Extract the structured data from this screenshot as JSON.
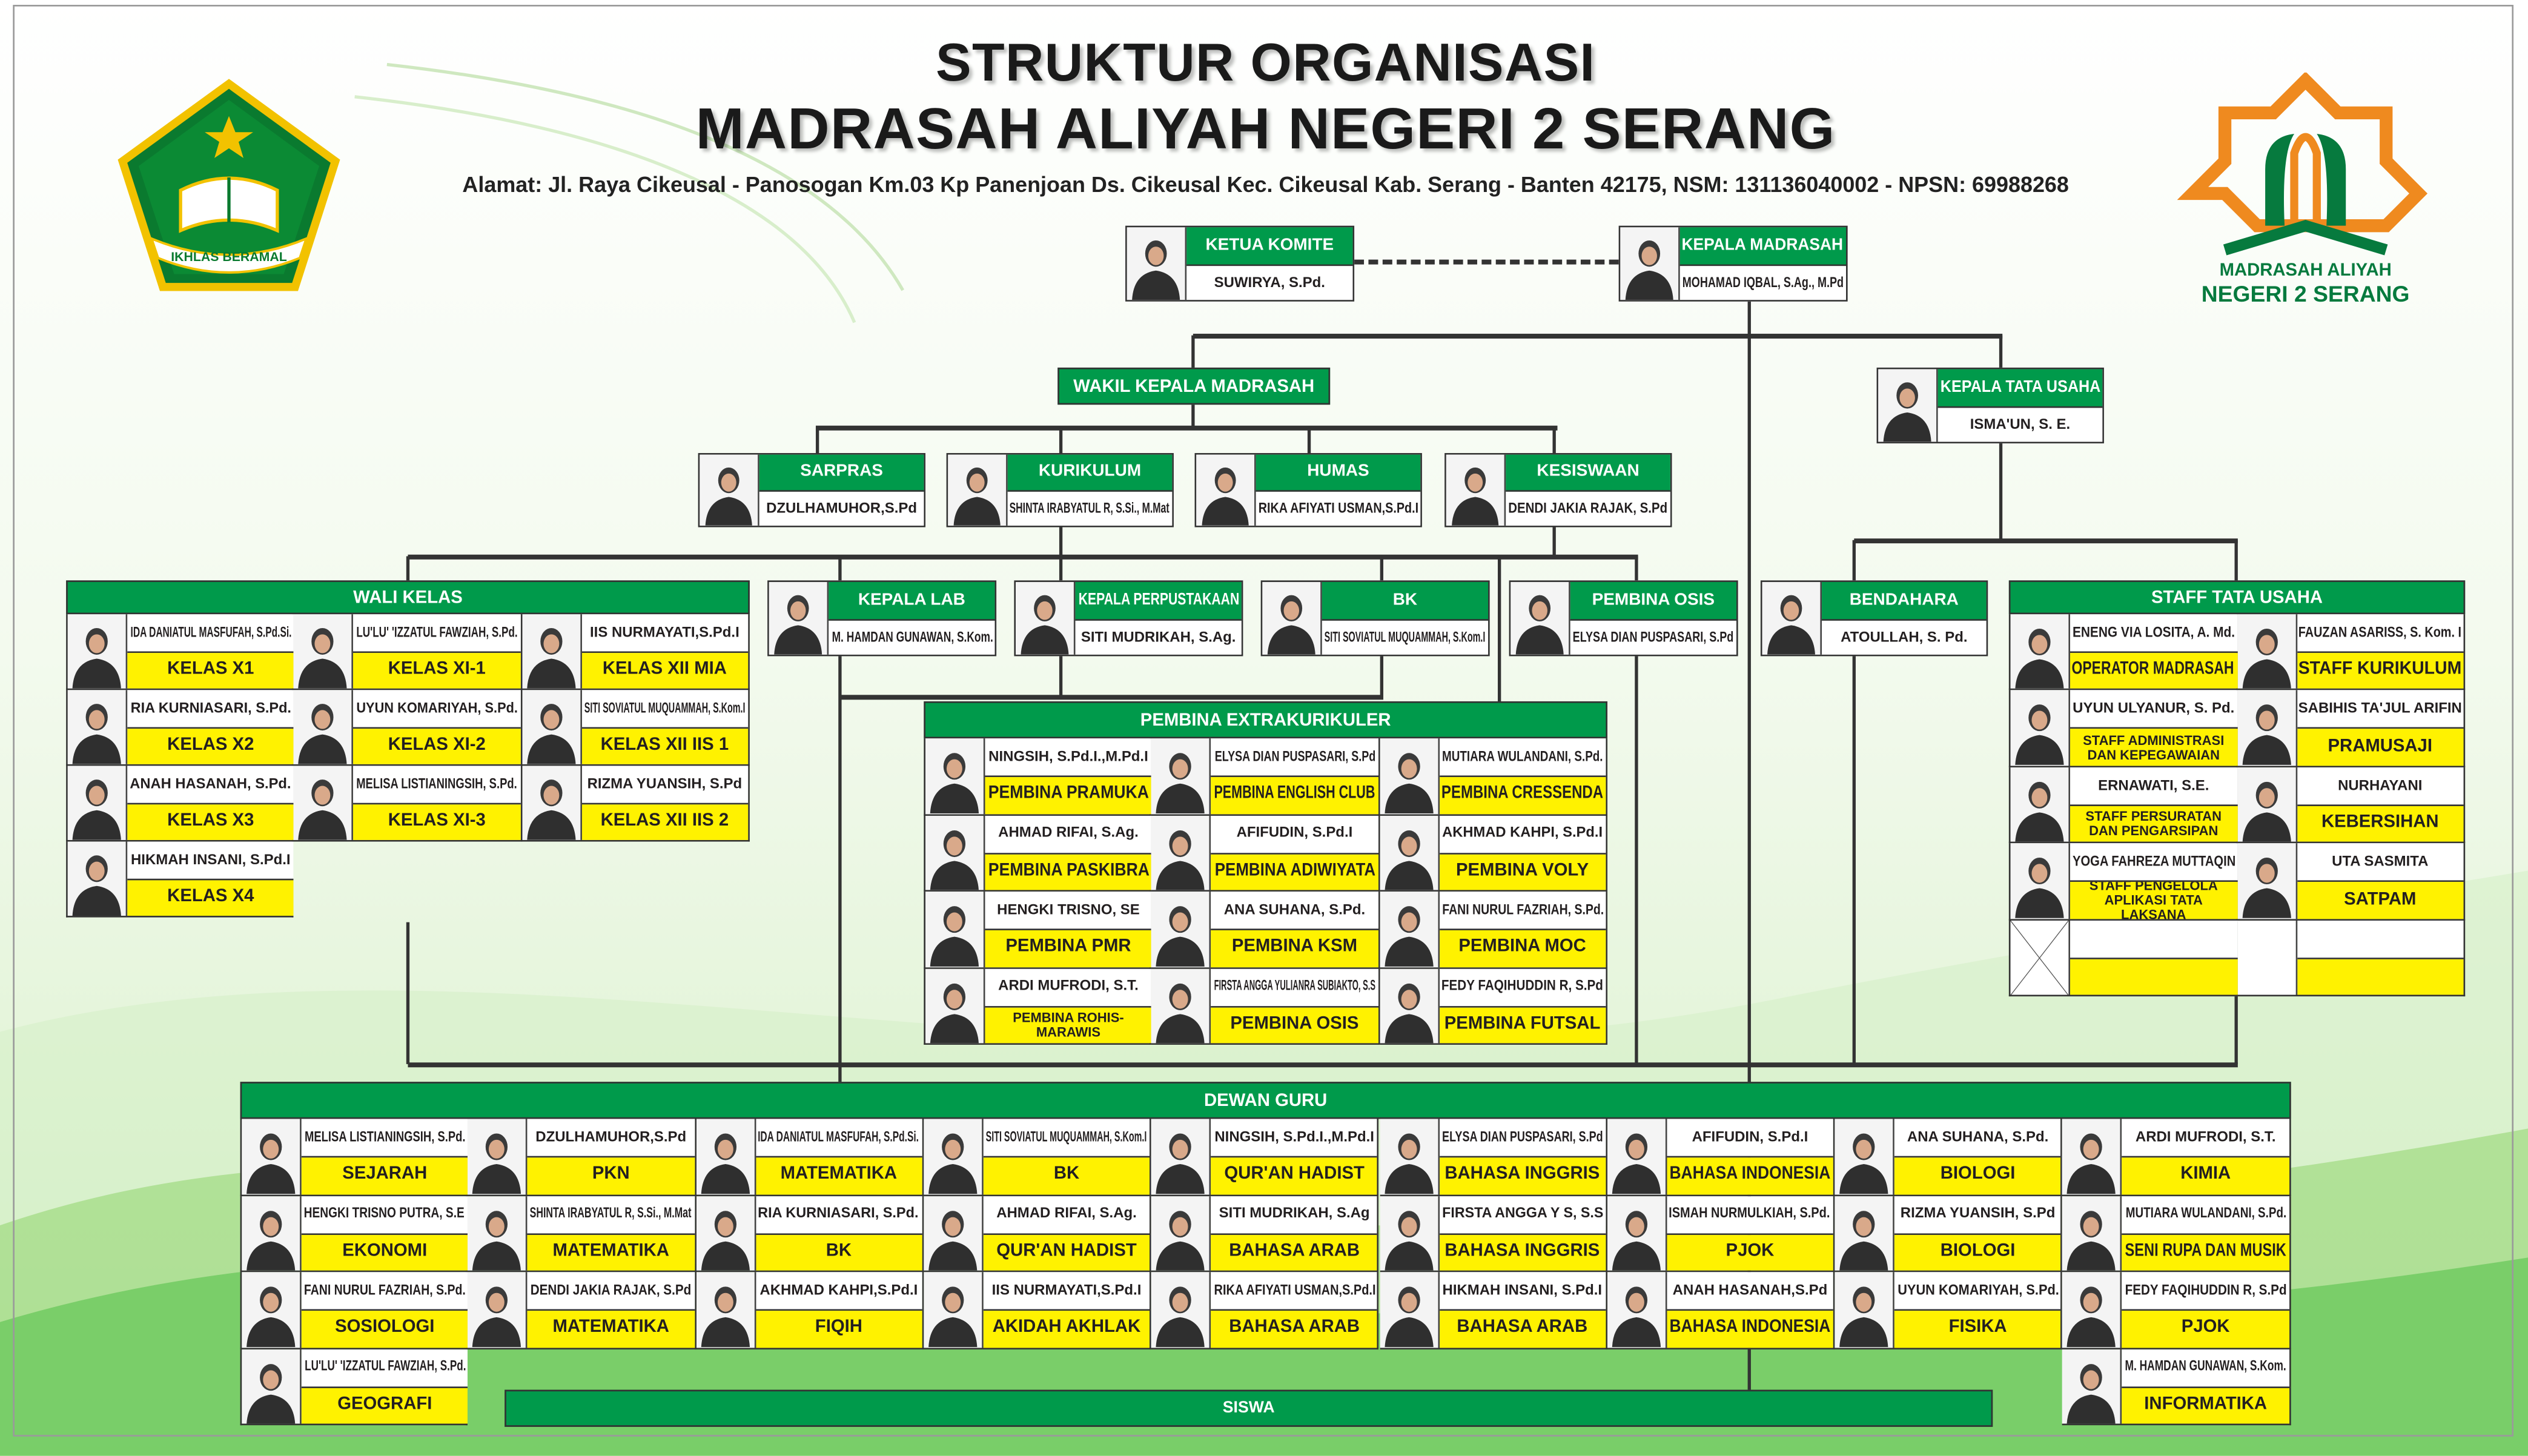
{
  "header": {
    "title_line1": "STRUKTUR ORGANISASI",
    "title_line2": "MADRASAH ALIYAH NEGERI 2 SERANG",
    "address": "Alamat: Jl. Raya Cikeusal - Panosogan Km.03 Kp Panenjoan Ds. Cikeusal Kec. Cikeusal Kab. Serang - Banten 42175, NSM: 131136040002 - NPSN: 69988268"
  },
  "logos": {
    "left_motto": "IKHLAS BERAMAL",
    "right_line1": "MADRASAH ALIYAH",
    "right_line2": "NEGERI 2 SERANG"
  },
  "colors": {
    "green": "#009a4b",
    "yellow": "#fff200",
    "line": "#333333",
    "logo_orange": "#ef8a1f"
  },
  "top": {
    "ketua_komite": {
      "role": "KETUA KOMITE",
      "name": "SUWIRYA, S.Pd."
    },
    "kepala_madrasah": {
      "role": "KEPALA MADRASAH",
      "name": "MOHAMAD IQBAL, S.Ag., M.Pd"
    },
    "wakil": {
      "role": "WAKIL KEPALA MADRASAH"
    },
    "kepala_tu": {
      "role": "KEPALA TATA USAHA",
      "name": "ISMA'UN, S. E."
    }
  },
  "wakasek": [
    {
      "role": "SARPRAS",
      "name": "DZULHAMUHOR,S.Pd"
    },
    {
      "role": "KURIKULUM",
      "name": "SHINTA IRABYATUL R, S.Si., M.Mat"
    },
    {
      "role": "HUMAS",
      "name": "RIKA AFIYATI USMAN,S.Pd.I"
    },
    {
      "role": "KESISWAAN",
      "name": "DENDI JAKIA RAJAK, S.Pd"
    }
  ],
  "units": [
    {
      "role": "KEPALA LAB",
      "name": "M. HAMDAN GUNAWAN, S.Kom."
    },
    {
      "role": "KEPALA PERPUSTAKAAN",
      "name": "SITI MUDRIKAH, S.Ag."
    },
    {
      "role": "BK",
      "name": "SITI SOVIATUL MUQUAMMAH, S.Kom.I"
    },
    {
      "role": "PEMBINA OSIS",
      "name": "ELYSA DIAN PUSPASARI, S.Pd"
    },
    {
      "role": "BENDAHARA",
      "name": "ATOULLAH, S. Pd."
    }
  ],
  "wali_kelas": {
    "title": "WALI KELAS",
    "items": [
      {
        "name": "IDA DANIATUL MASFUFAH, S.Pd.Si.",
        "role": "KELAS X1"
      },
      {
        "name": "LU'LU' 'IZZATUL FAWZIAH, S.Pd.",
        "role": "KELAS XI-1"
      },
      {
        "name": "IIS NURMAYATI,S.Pd.I",
        "role": "KELAS XII MIA"
      },
      {
        "name": "RIA KURNIASARI, S.Pd.",
        "role": "KELAS X2"
      },
      {
        "name": "UYUN KOMARIYAH, S.Pd.",
        "role": "KELAS XI-2"
      },
      {
        "name": "SITI SOVIATUL MUQUAMMAH, S.Kom.I",
        "role": "KELAS XII IIS 1"
      },
      {
        "name": "ANAH HASANAH, S.Pd.",
        "role": "KELAS X3"
      },
      {
        "name": "MELISA LISTIANINGSIH, S.Pd.",
        "role": "KELAS XI-3"
      },
      {
        "name": "RIZMA YUANSIH, S.Pd",
        "role": "KELAS XII IIS 2"
      },
      {
        "name": "HIKMAH INSANI, S.Pd.I",
        "role": "KELAS X4"
      }
    ]
  },
  "pembina_ekstra": {
    "title": "PEMBINA EXTRAKURIKULER",
    "items": [
      {
        "name": "NINGSIH, S.Pd.I.,M.Pd.I",
        "role": "PEMBINA PRAMUKA"
      },
      {
        "name": "ELYSA DIAN PUSPASARI, S.Pd",
        "role": "PEMBINA ENGLISH CLUB"
      },
      {
        "name": "MUTIARA WULANDANI, S.Pd.",
        "role": "PEMBINA CRESSENDA"
      },
      {
        "name": "AHMAD RIFAI, S.Ag.",
        "role": "PEMBINA PASKIBRA"
      },
      {
        "name": "AFIFUDIN, S.Pd.I",
        "role": "PEMBINA ADIWIYATA"
      },
      {
        "name": "AKHMAD KAHPI, S.Pd.I",
        "role": "PEMBINA VOLY"
      },
      {
        "name": "HENGKI TRISNO, SE",
        "role": "PEMBINA PMR"
      },
      {
        "name": "ANA SUHANA, S.Pd.",
        "role": "PEMBINA KSM"
      },
      {
        "name": "FANI NURUL FAZRIAH, S.Pd.",
        "role": "PEMBINA MOC"
      },
      {
        "name": "ARDI MUFRODI, S.T.",
        "role": "PEMBINA ROHIS-MARAWIS"
      },
      {
        "name": "FIRSTA ANGGA YULIANRA SUBIAKTO, S.S",
        "role": "PEMBINA OSIS"
      },
      {
        "name": "FEDY FAQIHUDDIN R, S.Pd",
        "role": "PEMBINA FUTSAL"
      }
    ]
  },
  "staff_tu": {
    "title": "STAFF TATA USAHA",
    "items": [
      {
        "name": "ENENG VIA LOSITA, A. Md.",
        "role": "OPERATOR MADRASAH"
      },
      {
        "name": "FAUZAN ASARISS, S. Kom. I",
        "role": "STAFF KURIKULUM"
      },
      {
        "name": "UYUN ULYANUR, S. Pd.",
        "role": "STAFF ADMINISTRASI DAN KEPEGAWAIAN"
      },
      {
        "name": "SABIHIS TA'JUL ARIFIN",
        "role": "PRAMUSAJI"
      },
      {
        "name": "ERNAWATI, S.E.",
        "role": "STAFF PERSURATAN DAN PENGARSIPAN"
      },
      {
        "name": "NURHAYANI",
        "role": "KEBERSIHAN"
      },
      {
        "name": "YOGA FAHREZA MUTTAQIN",
        "role": "STAFF PENGELOLA APLIKASI TATA LAKSANA"
      },
      {
        "name": "UTA SASMITA",
        "role": "SATPAM"
      },
      {
        "name": "",
        "role": "",
        "empty": "crossed"
      },
      {
        "name": "",
        "role": "",
        "empty": "blank"
      }
    ]
  },
  "dewan_guru": {
    "title": "DEWAN GURU",
    "items": [
      {
        "name": "MELISA LISTIANINGSIH, S.Pd.",
        "role": "SEJARAH"
      },
      {
        "name": "DZULHAMUHOR,S.Pd",
        "role": "PKN"
      },
      {
        "name": "IDA DANIATUL MASFUFAH, S.Pd.Si.",
        "role": "MATEMATIKA"
      },
      {
        "name": "SITI SOVIATUL MUQUAMMAH, S.Kom.I",
        "role": "BK"
      },
      {
        "name": "NINGSIH, S.Pd.I.,M.Pd.I",
        "role": "QUR'AN HADIST"
      },
      {
        "name": "ELYSA DIAN PUSPASARI, S.Pd",
        "role": "BAHASA INGGRIS"
      },
      {
        "name": "AFIFUDIN, S.Pd.I",
        "role": "BAHASA INDONESIA"
      },
      {
        "name": "ANA SUHANA, S.Pd.",
        "role": "BIOLOGI"
      },
      {
        "name": "ARDI MUFRODI, S.T.",
        "role": "KIMIA"
      },
      {
        "name": "HENGKI TRISNO PUTRA, S.E",
        "role": "EKONOMI"
      },
      {
        "name": "SHINTA IRABYATUL R, S.Si., M.Mat",
        "role": "MATEMATIKA"
      },
      {
        "name": "RIA KURNIASARI, S.Pd.",
        "role": "BK"
      },
      {
        "name": "AHMAD RIFAI, S.Ag.",
        "role": "QUR'AN HADIST"
      },
      {
        "name": "SITI MUDRIKAH, S.Ag",
        "role": "BAHASA ARAB"
      },
      {
        "name": "FIRSTA ANGGA Y S, S.S",
        "role": "BAHASA INGGRIS"
      },
      {
        "name": "ISMAH NURMULKIAH, S.Pd.",
        "role": "PJOK"
      },
      {
        "name": "RIZMA YUANSIH, S.Pd",
        "role": "BIOLOGI"
      },
      {
        "name": "MUTIARA WULANDANI, S.Pd.",
        "role": "SENI RUPA DAN MUSIK"
      },
      {
        "name": "FANI NURUL FAZRIAH, S.Pd.",
        "role": "SOSIOLOGI"
      },
      {
        "name": "DENDI JAKIA RAJAK, S.Pd",
        "role": "MATEMATIKA"
      },
      {
        "name": "AKHMAD KAHPI,S.Pd.I",
        "role": "FIQIH"
      },
      {
        "name": "IIS NURMAYATI,S.Pd.I",
        "role": "AKIDAH AKHLAK"
      },
      {
        "name": "RIKA AFIYATI USMAN,S.Pd.I",
        "role": "BAHASA ARAB"
      },
      {
        "name": "HIKMAH INSANI, S.Pd.I",
        "role": "BAHASA ARAB"
      },
      {
        "name": "ANAH HASANAH,S.Pd",
        "role": "BAHASA INDONESIA"
      },
      {
        "name": "UYUN KOMARIYAH, S.Pd.",
        "role": "FISIKA"
      },
      {
        "name": "FEDY FAQIHUDDIN R, S.Pd",
        "role": "PJOK"
      },
      {
        "name": "LU'LU' 'IZZATUL FAWZIAH, S.Pd.",
        "role": "GEOGRAFI"
      },
      {
        "name": "M. HAMDAN GUNAWAN, S.Kom.",
        "role": "INFORMATIKA"
      }
    ]
  },
  "siswa": {
    "label": "SISWA"
  }
}
